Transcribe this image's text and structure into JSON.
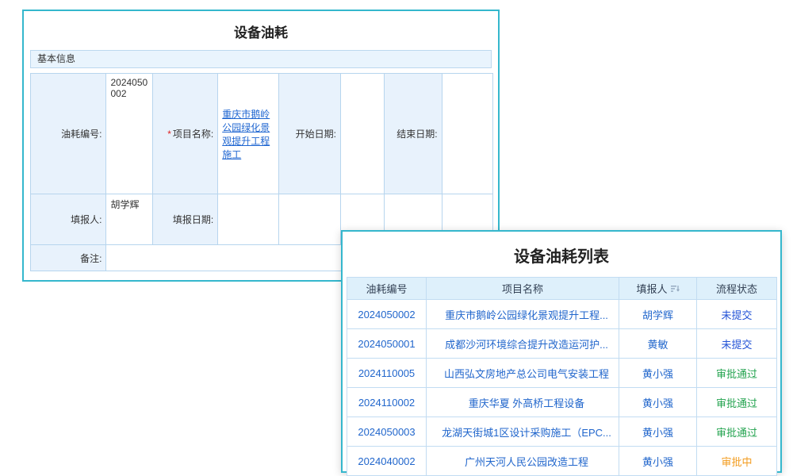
{
  "form_panel": {
    "title": "设备油耗",
    "section_title": "基本信息",
    "fuel_no_label": "油耗编号:",
    "fuel_no_value": "2024050002",
    "required_mark": "*",
    "project_label": "项目名称:",
    "project_value": "重庆市鹅岭公园绿化景观提升工程施工",
    "start_date_label": "开始日期:",
    "end_date_label": "结束日期:",
    "filler_label": "填报人:",
    "filler_value": "胡学辉",
    "fill_date_label": "填报日期:",
    "remark_label": "备注:"
  },
  "list_panel": {
    "title": "设备油耗列表",
    "columns": {
      "no": "油耗编号",
      "project": "项目名称",
      "filler": "填报人",
      "status": "流程状态"
    },
    "rows": [
      {
        "no": "2024050002",
        "project": "重庆市鹅岭公园绿化景观提升工程...",
        "filler": "胡学辉",
        "status": "未提交",
        "status_color": "#2353d6"
      },
      {
        "no": "2024050001",
        "project": "成都沙河环境综合提升改造运河护...",
        "filler": "黄敏",
        "status": "未提交",
        "status_color": "#2353d6"
      },
      {
        "no": "2024110005",
        "project": "山西弘文房地产总公司电气安装工程",
        "filler": "黄小强",
        "status": "审批通过",
        "status_color": "#23a34f"
      },
      {
        "no": "2024110002",
        "project": "重庆华夏 外高桥工程设备",
        "filler": "黄小强",
        "status": "审批通过",
        "status_color": "#23a34f"
      },
      {
        "no": "2024050003",
        "project": "龙湖天街城1区设计采购施工（EPC...",
        "filler": "黄小强",
        "status": "审批通过",
        "status_color": "#23a34f"
      },
      {
        "no": "2024040002",
        "project": "广州天河人民公园改造工程",
        "filler": "黄小强",
        "status": "审批中",
        "status_color": "#f39c1f"
      }
    ],
    "colors": {
      "link": "#2166cc",
      "panel_border": "#35b7cd"
    }
  }
}
